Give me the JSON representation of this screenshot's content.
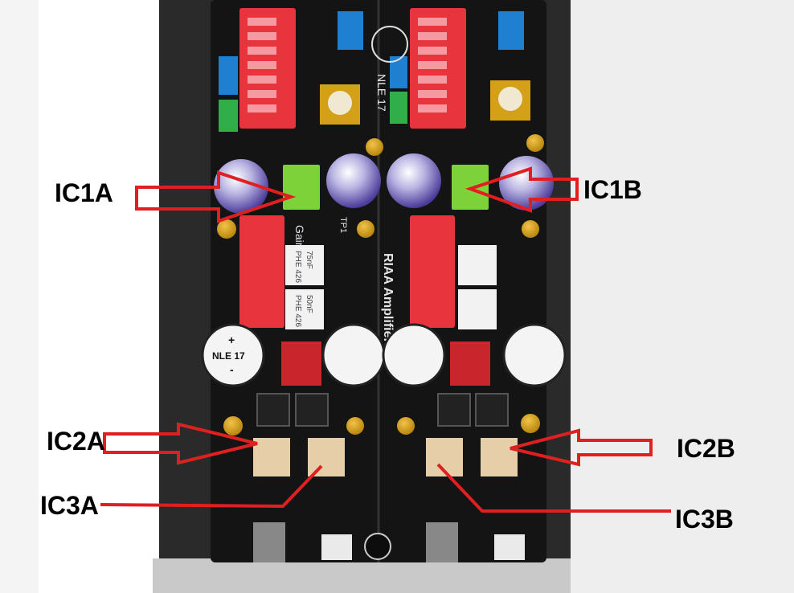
{
  "annotations": {
    "ic1a": "IC1A",
    "ic1b": "IC1B",
    "ic2a": "IC2A",
    "ic2b": "IC2B",
    "ic3a": "IC3A",
    "ic3b": "IC3B"
  },
  "board": {
    "silkscreen_brand": "NLE 17",
    "silkscreen_title": "RIAA Amplifier",
    "gain_label": "Gain",
    "tp_label": "TP1",
    "cap_top": "+",
    "cap_mid": "NLE 17",
    "cap_bottom": "-",
    "film_cap_1": "PHE 426",
    "film_cap_1_value": "75nF",
    "film_cap_2": "PHE 426",
    "film_cap_2_value": "50nF"
  },
  "colors": {
    "arrow": "#e02020",
    "pcb": "#141414",
    "dip_switch": "#e8343c",
    "opamp_green": "#7dd23a",
    "ic_beige": "#e6cfa8",
    "electrolytic": "#6a5ab8",
    "inductor": "#222222"
  }
}
